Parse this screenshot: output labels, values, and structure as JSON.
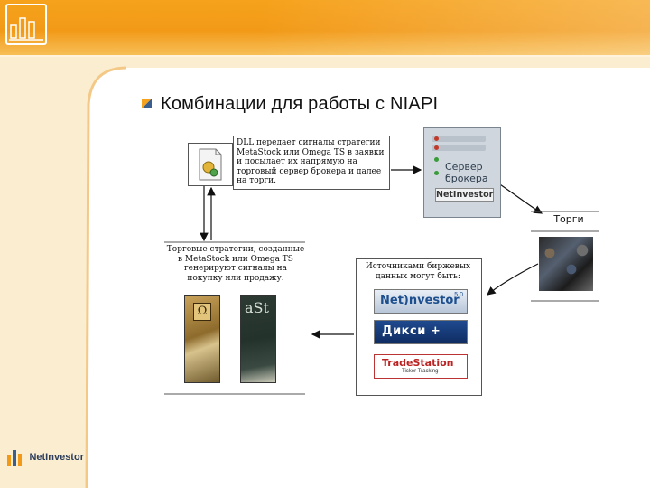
{
  "slide": {
    "title": "Комбинации для работы с NIAPI"
  },
  "diagram": {
    "dll_text": "DLL передает сигналы стратегии MetaStock или Omega TS в заявки и посылает их напрямую на торговый сервер брокера и далее на торги.",
    "strategies_text": "Торговые стратегии, созданные в MetaStock или Omega TS генерируют сигналы на покупку или продажу.",
    "sources_text": "Источниками биржевых данных могут быть:",
    "trading_label": "Торги",
    "server_label_line1": "Сервер",
    "server_label_line2": "брокера",
    "server_brand": "NetInvestor",
    "providers": [
      {
        "label": "Net)nvestor",
        "sup": "5.0"
      },
      {
        "label": "Дикси +"
      },
      {
        "label": "TradeStation",
        "sub": "Ticker Tracking"
      }
    ],
    "book_omega_text": "Ω",
    "book_metastock_text": "aSt"
  },
  "footer": {
    "logo_text": "NetInvestor"
  },
  "colors": {
    "orange": "#f29a18",
    "cream": "#fbeed0"
  }
}
